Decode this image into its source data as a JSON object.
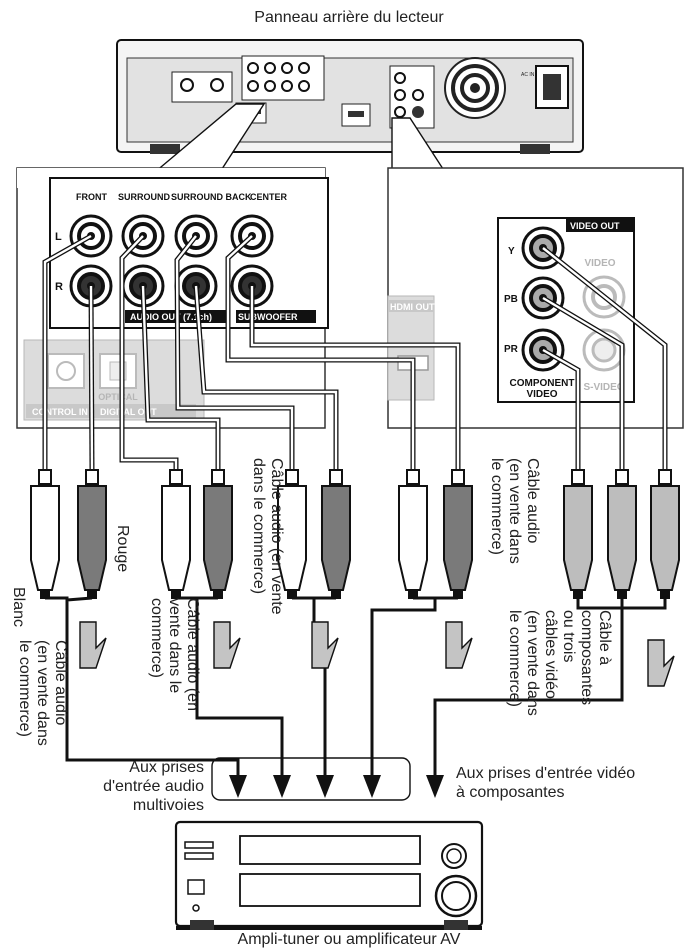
{
  "labels": {
    "top_title": "Panneau arrière du lecteur",
    "bottom_title": "Ampli-tuner ou amplificateur AV",
    "audio_inputs": [
      "Aux prises",
      "d'entrée audio",
      "multivoies"
    ],
    "video_inputs": [
      "Aux prises d'entrée vidéo",
      "à composantes"
    ],
    "blanc": "Blanc",
    "rouge": "Rouge",
    "cable_audio_1": [
      "Câble audio",
      "(en vente dans",
      "le commerce)"
    ],
    "cable_audio_2": [
      "Câble audio (en",
      "vente dans le",
      "commerce)"
    ],
    "cable_audio_3": [
      "Câble audio (en vente",
      "dans le commerce)"
    ],
    "cable_audio_4": [
      "Câble audio",
      "(en vente dans",
      "le commerce)"
    ],
    "cable_video": [
      "Câble à",
      "composantes",
      "ou trois",
      "câbles vidéo",
      "(en vente dans",
      "le commerce)"
    ]
  },
  "audio_panel": {
    "front": "FRONT",
    "surround": "SURROUND",
    "surround_back": "SURROUND BACK",
    "center": "CENTER",
    "left": "L",
    "right": "R",
    "audio_out": "AUDIO OUT (7.1ch)",
    "subwoofer": "SUBWOOFER",
    "control_in": "CONTROL IN",
    "optical": "OPTICAL",
    "digital_out": "DIGITAL OUT"
  },
  "video_panel": {
    "hdmi_out": "HDMI OUT",
    "video_out": "VIDEO OUT",
    "y": "Y",
    "pb": "PB",
    "pr": "PR",
    "video": "VIDEO",
    "component_video": "COMPONENT VIDEO",
    "s_video": "S-VIDEO"
  },
  "player": {
    "ac_in": "AC IN"
  }
}
